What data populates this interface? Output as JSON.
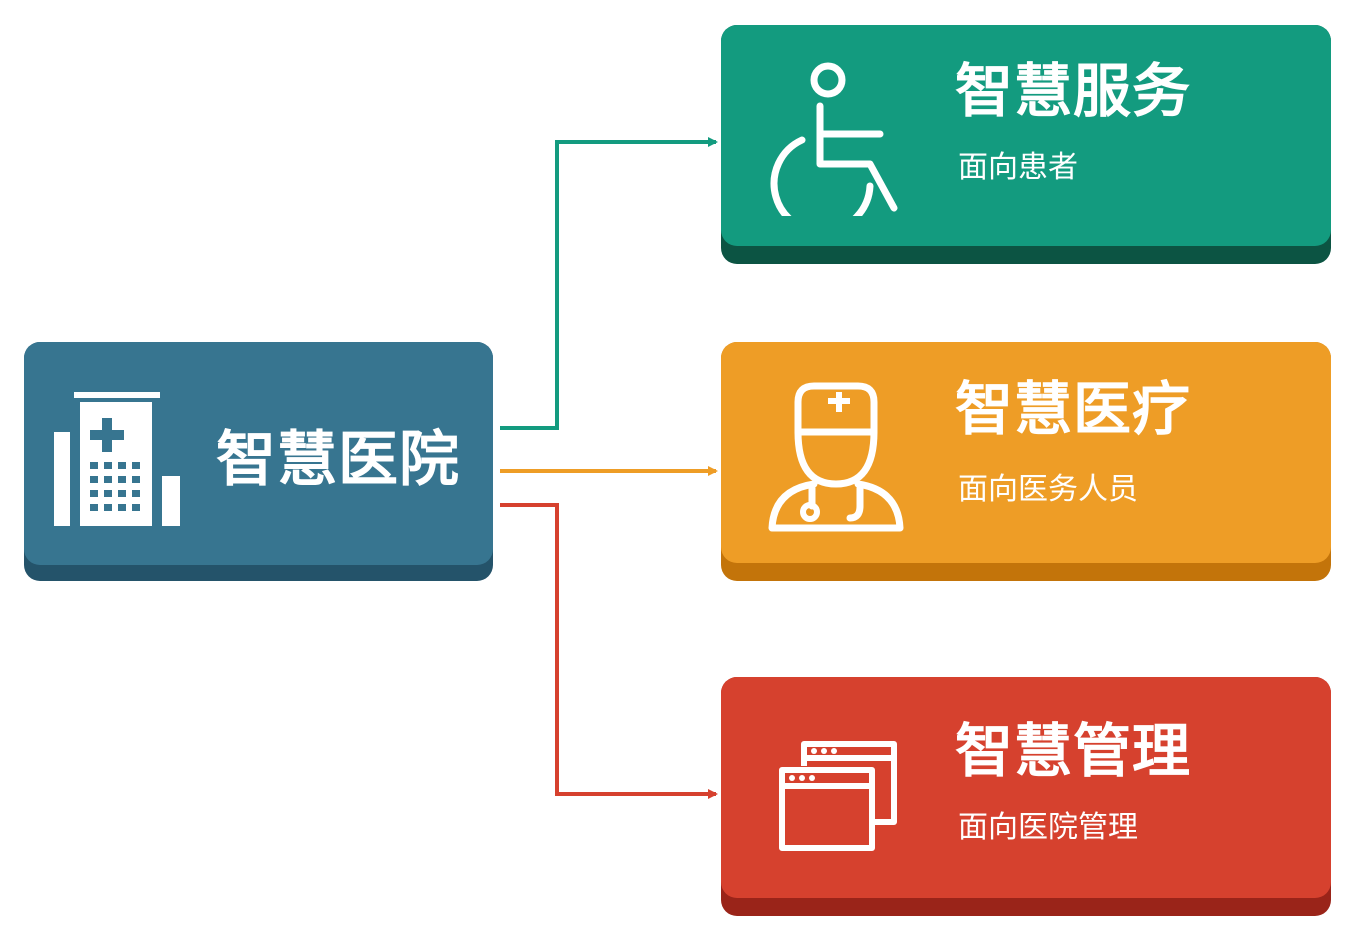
{
  "root": {
    "title": "智慧医院",
    "icon": "hospital-building-icon",
    "color": "#377590"
  },
  "branches": [
    {
      "title": "智慧服务",
      "subtitle": "面向患者",
      "icon": "wheelchair-icon",
      "color": "#139b7f"
    },
    {
      "title": "智慧医疗",
      "subtitle": "面向医务人员",
      "icon": "doctor-icon",
      "color": "#ee9d26"
    },
    {
      "title": "智慧管理",
      "subtitle": "面向医院管理",
      "icon": "windows-icon",
      "color": "#d6412e"
    }
  ]
}
